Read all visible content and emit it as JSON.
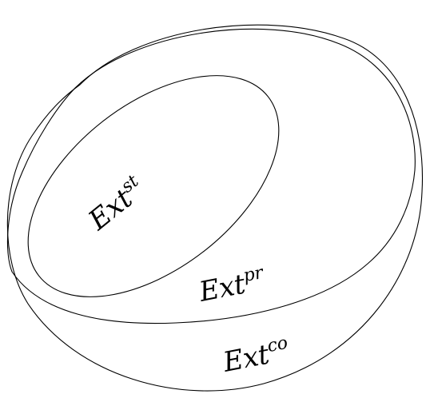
{
  "diagram": {
    "sets": [
      {
        "id": "co",
        "base": "Ext",
        "sup": "co"
      },
      {
        "id": "pr",
        "base": "Ext",
        "sup": "pr"
      },
      {
        "id": "st",
        "base": "Ext",
        "sup": "st"
      }
    ]
  }
}
